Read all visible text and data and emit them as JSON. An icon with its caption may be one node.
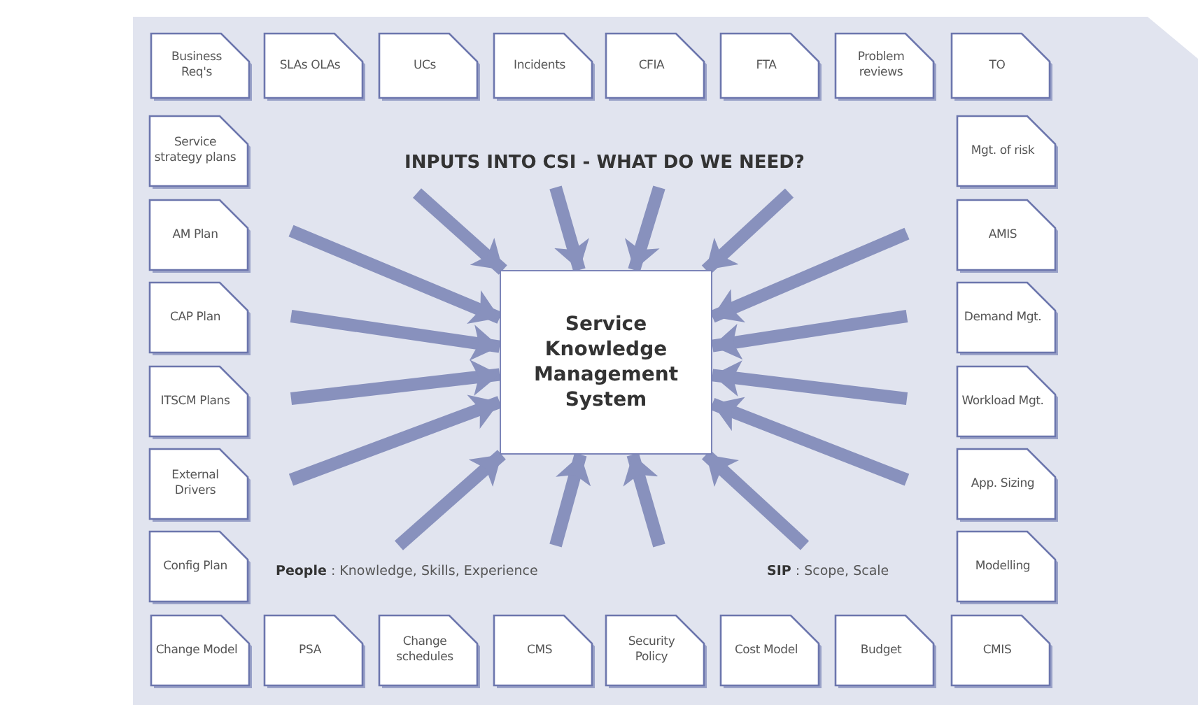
{
  "diagram": {
    "title": "INPUTS INTO CSI - WHAT DO WE NEED?",
    "nodes": [
      {
        "text": [
          "Business Req's"
        ]
      },
      {
        "text": [
          "SLAs OLAs"
        ]
      },
      {
        "text": [
          "UCs"
        ]
      },
      {
        "text": [
          "Incidents"
        ]
      },
      {
        "text": [
          "CFIA"
        ]
      },
      {
        "text": [
          "FTA"
        ]
      },
      {
        "text": [
          "Problem reviews"
        ]
      },
      {
        "text": [
          "TO"
        ]
      },
      {
        "text": [
          "Service strategy plans"
        ]
      },
      {
        "text": [
          "Mgt. of risk"
        ]
      },
      {
        "text": [
          "AM Plan"
        ]
      },
      {
        "text": [
          "AMIS"
        ]
      },
      {
        "text": [
          "CAP Plan"
        ]
      },
      {
        "text": [
          "Demand Mgt."
        ]
      },
      {
        "text": [
          "ITSCM Plans"
        ]
      },
      {
        "text": [
          "Workload Mgt."
        ]
      },
      {
        "text": [
          "External Drivers"
        ]
      },
      {
        "text": [
          "App. Sizing"
        ]
      },
      {
        "text": [
          "Config Plan"
        ]
      },
      {
        "text": [
          "Modelling"
        ]
      },
      {
        "text": [
          "Service Knowledge Management System"
        ]
      },
      {
        "text": [
          "Change Model"
        ]
      },
      {
        "text": [
          "PSA"
        ]
      },
      {
        "text": [
          "Change schedules"
        ]
      },
      {
        "text": [
          "CMS"
        ]
      },
      {
        "text": [
          "Security Policy"
        ]
      },
      {
        "text": [
          "Cost Model"
        ]
      },
      {
        "text": [
          "Budget"
        ]
      },
      {
        "text": [
          "CMIS"
        ]
      }
    ],
    "edges": [
      {
        "from": null,
        "to": 20,
        "arrow": "to"
      },
      {
        "from": null,
        "to": 20,
        "arrow": "to"
      },
      {
        "from": null,
        "to": 20,
        "arrow": "to"
      },
      {
        "from": null,
        "to": 20,
        "arrow": "to"
      },
      {
        "from": null,
        "to": 20,
        "arrow": "to"
      },
      {
        "from": null,
        "to": 20,
        "arrow": "to"
      },
      {
        "from": null,
        "to": 20,
        "arrow": "to"
      },
      {
        "from": null,
        "to": 20,
        "arrow": "to"
      },
      {
        "from": null,
        "to": 20,
        "arrow": "to"
      },
      {
        "from": null,
        "to": 20,
        "arrow": "to"
      },
      {
        "from": null,
        "to": 20,
        "arrow": "to"
      },
      {
        "from": null,
        "to": 20,
        "arrow": "to"
      },
      {
        "from": null,
        "to": 20,
        "arrow": "to"
      },
      {
        "from": null,
        "to": 20,
        "arrow": "to"
      },
      {
        "from": null,
        "to": 20,
        "arrow": "to"
      },
      {
        "from": null,
        "to": 20,
        "arrow": "to"
      }
    ],
    "labels": [
      "**People** : Knowledge, Skills, Experience",
      "**SIP** : Scope, Scale"
    ]
  }
}
